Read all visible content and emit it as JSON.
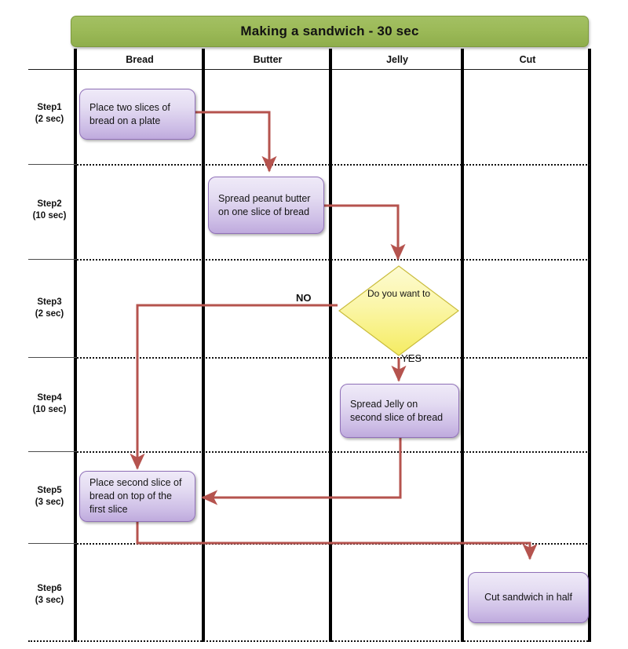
{
  "title": {
    "text": "Making a sandwich - 30 sec",
    "banner_color": "#9cba58",
    "banner_border": "#7d9a3e"
  },
  "columns": [
    {
      "id": "bread",
      "label": "Bread"
    },
    {
      "id": "butter",
      "label": "Butter"
    },
    {
      "id": "jelly",
      "label": "Jelly"
    },
    {
      "id": "cut",
      "label": "Cut"
    }
  ],
  "rows": [
    {
      "id": "step1",
      "name": "Step1",
      "duration": "(2 sec)"
    },
    {
      "id": "step2",
      "name": "Step2",
      "duration": "(10 sec)"
    },
    {
      "id": "step3",
      "name": "Step3",
      "duration": "(2 sec)"
    },
    {
      "id": "step4",
      "name": "Step4",
      "duration": "(10 sec)"
    },
    {
      "id": "step5",
      "name": "Step5",
      "duration": "(3 sec)"
    },
    {
      "id": "step6",
      "name": "Step6",
      "duration": "(3 sec)"
    }
  ],
  "nodes": [
    {
      "id": "node-place-bread",
      "type": "process",
      "lane": "Bread",
      "step": "Step1",
      "text": "Place two slices of bread on a plate"
    },
    {
      "id": "node-spread-pb",
      "type": "process",
      "lane": "Butter",
      "step": "Step2",
      "text": "Spread peanut butter on one slice of bread"
    },
    {
      "id": "node-decision",
      "type": "decision",
      "lane": "Jelly",
      "step": "Step3",
      "text": "Do you want to"
    },
    {
      "id": "node-spread-jelly",
      "type": "process",
      "lane": "Jelly",
      "step": "Step4",
      "text": "Spread Jelly on second slice of bread"
    },
    {
      "id": "node-second-slice",
      "type": "process",
      "lane": "Bread",
      "step": "Step5",
      "text": "Place second slice of bread on top of the first slice"
    },
    {
      "id": "node-cut",
      "type": "process",
      "lane": "Cut",
      "step": "Step6",
      "text": "Cut sandwich in half"
    }
  ],
  "edge_labels": {
    "no": "NO",
    "yes": "YES"
  },
  "colors": {
    "connector": "#b5534e",
    "node_fill_top": "#efeaf8",
    "node_fill_bottom": "#bfaadd",
    "node_border": "#9070b8",
    "decision_fill_top": "#fdfbd2",
    "decision_fill_bottom": "#f5ec62",
    "decision_border": "#c9bc3c",
    "lane_divider": "#000000"
  }
}
